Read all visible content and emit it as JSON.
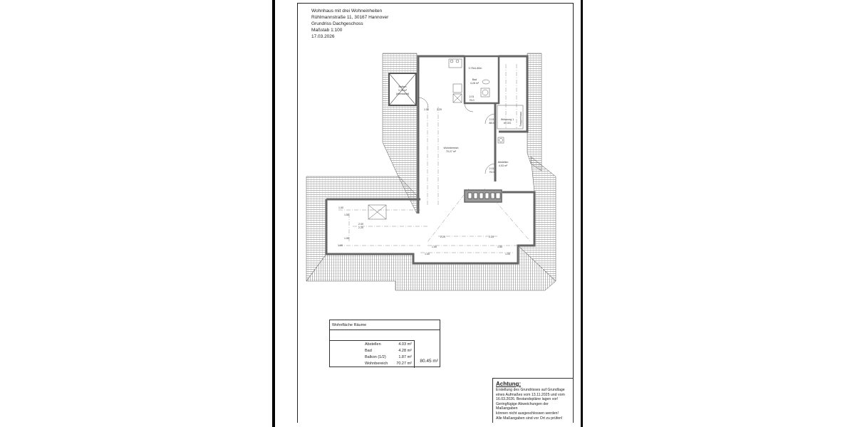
{
  "header": {
    "line1": "Wohnhaus mit drei Wohneinheiten",
    "line2": "Rühlmannstraße 11, 30167 Hannover",
    "line3": "Grundriss Dachgeschoss",
    "scale": "Maßstab 1:100",
    "date": "17.03.2026"
  },
  "plan": {
    "rooms": {
      "balkon": {
        "name": "Balkon",
        "area": "3.74 m²",
        "note": "(überdacht)"
      },
      "bad": {
        "name": "Bad",
        "area": "4.28 m²"
      },
      "wohnbereich": {
        "name": "Wohnbereich",
        "area": "70.27 m²"
      },
      "abstellen": {
        "name": "Abstellen",
        "area": "4.03 m²"
      },
      "wohnung": {
        "name": "Wohnung 1",
        "sub": "im OG"
      },
      "treppenhaus": "Treppenhaus",
      "window": "0.75x1.80m"
    },
    "doors": [
      "2.01",
      "76.0",
      "2.01",
      "88.5",
      "2.01",
      "76.0"
    ],
    "heights": [
      "1.00",
      "1.50",
      "2.00",
      "2.20",
      "2.20",
      "1.50",
      "1.00",
      "2.20",
      "2.20",
      "1.50",
      "1.00",
      "1.50",
      "1.00",
      "1.00"
    ]
  },
  "area_table": {
    "title": "Wohnfläche Räume",
    "rows": [
      {
        "name": "Abstellen",
        "value": "4.03 m²"
      },
      {
        "name": "Bad",
        "value": "4.28 m²"
      },
      {
        "name": "Balkon (1/2)",
        "value": "1.87 m²"
      },
      {
        "name": "Wohnbereich",
        "value": "70.27 m²"
      }
    ],
    "total": "80.45 m²"
  },
  "note": {
    "heading": "Achtung:",
    "line1": "Erstellung des Grundrisses auf Grundlage",
    "line2": "eines Aufmaßes vom 13.11.2025 und vom",
    "line3": "16.03.2026. Bestandspläne lagen vor!",
    "line4": "Geringfügige Abweichungen der Maßangaben",
    "line5": "können nicht ausgeschlossen werden!",
    "line6": "Alle Maßangaben sind vor Ort zu prüfen!"
  }
}
